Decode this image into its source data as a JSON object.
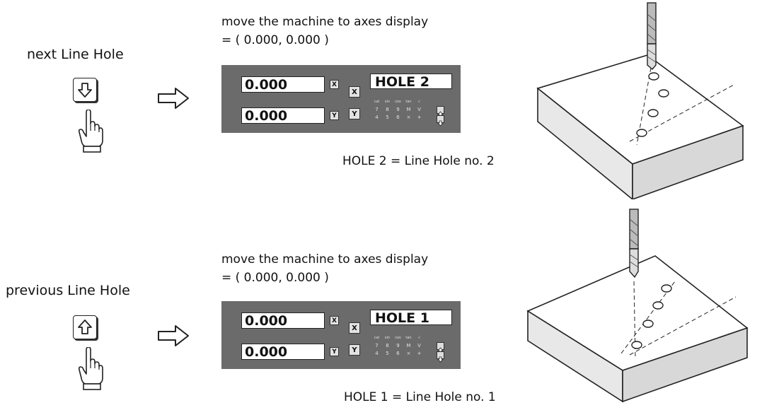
{
  "sections": [
    {
      "action_label": "next Line Hole",
      "key_icon": "arrow-down-key-icon",
      "instruction_line1": "move the machine to axes display",
      "instruction_line2": "= ( 0.000, 0.000 )",
      "display": {
        "x_value": "0.000",
        "y_value": "0.000",
        "x_key": "X",
        "y_key": "Y",
        "x0_key": "X",
        "y0_key": "Y",
        "message": "HOLE 2"
      },
      "caption": "HOLE 2 = Line Hole no. 2"
    },
    {
      "action_label": "previous  Line Hole",
      "key_icon": "arrow-up-key-icon",
      "instruction_line1": "move the machine to axes display",
      "instruction_line2": "= ( 0.000, 0.000 )",
      "display": {
        "x_value": "0.000",
        "y_value": "0.000",
        "x_key": "X",
        "y_key": "Y",
        "x0_key": "X",
        "y0_key": "Y",
        "message": "HOLE 1"
      },
      "caption": "HOLE 1 = Line Hole no. 1"
    }
  ],
  "keypad": {
    "fn_row": [
      "cal",
      "sin",
      "cos",
      "tan",
      "√"
    ],
    "row1": [
      "7",
      "8",
      "9",
      "M",
      "V"
    ],
    "row2": [
      "4",
      "5",
      "6",
      "×",
      "+"
    ]
  },
  "colors": {
    "panel": "#6b6b6b",
    "panel_text": "#e0e0e0"
  }
}
